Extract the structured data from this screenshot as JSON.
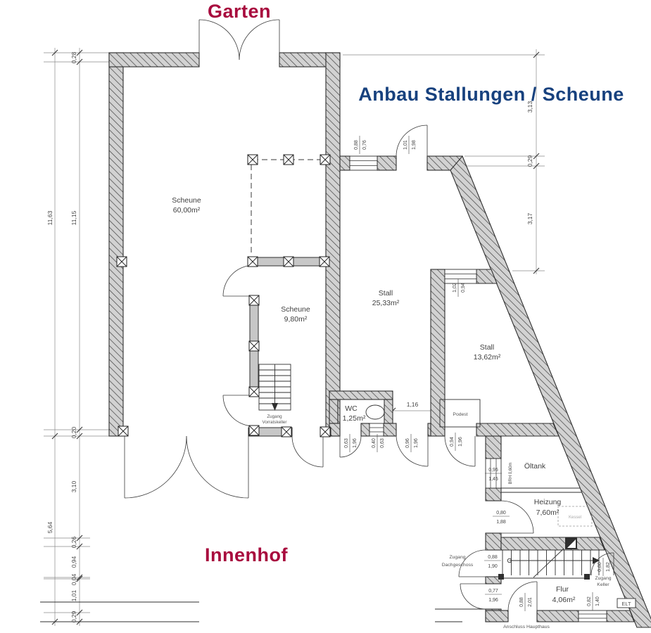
{
  "titles": {
    "top": "Garten",
    "right": "Anbau Stallungen / Scheune",
    "bottom": "Innenhof"
  },
  "colors": {
    "title_red": "#a80b3e",
    "title_blue": "#17417e",
    "wall_fill": "#d2d2d2",
    "wood_fill": "#c7c7c7"
  },
  "rooms": [
    {
      "name": "Scheune",
      "area": "60,00m²"
    },
    {
      "name": "Scheune",
      "area": "9,80m²"
    },
    {
      "name": "Stall",
      "area": "25,33m²"
    },
    {
      "name": "Stall",
      "area": "13,62m²"
    },
    {
      "name": "WC",
      "area": "1,25m²"
    },
    {
      "name": "Öltank",
      "area": ""
    },
    {
      "name": "Heizung",
      "area": "7,60m²"
    },
    {
      "name": "Flur",
      "area": "4,06m²"
    }
  ],
  "features": {
    "podest": "Podest",
    "kessel": "Kessel",
    "elt": "ELT",
    "brh": "BRH 0,60m"
  },
  "annotations": {
    "vorratskeller": {
      "l1": "Zugang",
      "l2": "Vorratskeller"
    },
    "dachgeschoss": {
      "l1": "Zugang",
      "l2": "Dachgeschoss"
    },
    "keller": {
      "l1": "Zugang",
      "l2": "Keller"
    },
    "haupthaus": "Anschluss Haupthaus"
  },
  "dimensions": {
    "left_outer": [
      "11,63",
      "5,64"
    ],
    "left_inner": [
      "0,28",
      "11,15",
      "0,20",
      "3,10",
      "0,26",
      "0,94",
      "0,04",
      "1,01",
      "0,29"
    ],
    "right": [
      "3,13",
      "0,29",
      "3,17"
    ],
    "corridor": "1,16",
    "openings": [
      {
        "w": "0,88",
        "h": "0,76"
      },
      {
        "w": "1,01",
        "h": "1,98"
      },
      {
        "w": "1,02",
        "h": "0,94"
      },
      {
        "w": "0,63",
        "h": "1,96"
      },
      {
        "w": "0,40",
        "h": "0,63"
      },
      {
        "w": "0,96",
        "h": "1,96"
      },
      {
        "w": "0,94",
        "h": "1,96"
      },
      {
        "w": "0,95",
        "h": "1,45"
      },
      {
        "w": "0,80",
        "h": "1,88"
      },
      {
        "w": "0,88",
        "h": "1,90"
      },
      {
        "w": "0,80",
        "h": "1,82"
      },
      {
        "w": "0,77",
        "h": "1,96"
      },
      {
        "w": "0,88",
        "h": "2,01"
      },
      {
        "w": "0,82",
        "h": "1,40"
      }
    ]
  }
}
